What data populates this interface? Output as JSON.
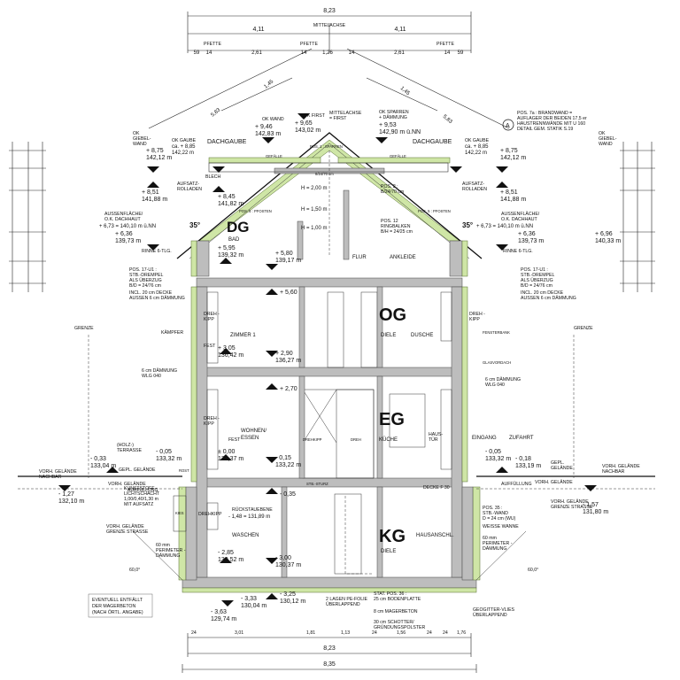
{
  "top": {
    "overall_width": "8,23",
    "axis_label": "MITTELACHSE",
    "half_left": "4,11",
    "half_right": "4,11",
    "pfette_left": "PFETTE",
    "pfette_mid": "PFETTE",
    "pfette_right": "PFETTE",
    "seg": [
      "59",
      "14",
      "2,61",
      "14",
      "1,26",
      "14",
      "2,61",
      "14",
      "59"
    ],
    "roof_slope_left": "1,45",
    "roof_slope_right": "1,45",
    "rafter_left": "5,83",
    "rafter_right": "5,83"
  },
  "bottom": {
    "seg": [
      "24",
      "3,01",
      "1,81",
      "1,13",
      "24",
      "1,56",
      "24",
      "24",
      "1,76"
    ],
    "overall_width": "8,23",
    "total": "8,35"
  },
  "levels": {
    "ok_first": [
      "OK FIRST",
      "+ 9,65",
      "143,02 m"
    ],
    "ok_wand": [
      "OK WAND",
      "+ 9,46",
      "142,83 m"
    ],
    "ok_sparren": [
      "OK SPARREN",
      "+ DÄMMUNG",
      "+ 9,53",
      "142,90 m ü.NN"
    ],
    "first_axis": [
      "MITTELACHSE",
      "= FIRST"
    ],
    "gaube_left": [
      "OK GAUBE",
      "ca. + 8,85",
      "142,22 m"
    ],
    "gaube_right": [
      "OK GAUBE",
      "ca. + 8,85",
      "142,22 m"
    ],
    "giebel_left": [
      "OK",
      "GIEBEL-",
      "WAND",
      "+ 8,75",
      "142,12 m"
    ],
    "giebel_right": [
      "OK",
      "GIEBEL-",
      "WAND",
      "+ 8,75",
      "142,12 m"
    ],
    "dg_845": [
      "+ 8,45",
      "141,82 m"
    ],
    "dg_851_left": [
      "+ 8,51",
      "141,88 m"
    ],
    "dg_851_right": [
      "+ 8,51",
      "141,88 m"
    ],
    "dh_left": [
      "AUSSENFLÄCHE/",
      "O.K. DACHHAUT",
      "+ 6,73 = 140,10 m ü.NN"
    ],
    "dh_right": [
      "AUSSENFLÄCHE/",
      "O.K. DACHHAUT",
      "+ 6,73 = 140,10 m ü.NN"
    ],
    "dg_636_left": [
      "+ 6,36",
      "139,73 m"
    ],
    "dg_636_right": [
      "+ 6,36",
      "139,73 m"
    ],
    "right_696": [
      "+ 6,96",
      "140,33 m"
    ],
    "dg_floor": [
      "+ 5,95",
      "139,32 m"
    ],
    "dg_580": [
      "+ 5,80",
      "139,17 m"
    ],
    "og_560": "+ 5,60",
    "og_floor": [
      "+ 3,05",
      "136,42 m"
    ],
    "og_290": [
      "+ 2,90",
      "136,27 m"
    ],
    "eg_270": "+ 2,70",
    "eg_floor": [
      "± 0,00",
      "133,37 m"
    ],
    "eg_015": [
      "- 0,15",
      "133,22 m"
    ],
    "eg_035": "- 0,35",
    "terr": [
      "(HOLZ-)",
      "TERRASSE",
      "- 0,05",
      "133,32 m"
    ],
    "terr_033": [
      "- 0,33",
      "133,04 m"
    ],
    "eing_005": [
      "- 0,05",
      "133,32 m"
    ],
    "eing_018": [
      "- 0,18",
      "133,19 m"
    ],
    "left_127": [
      "- 1,27",
      "132,10 m"
    ],
    "right_157": [
      "- 1,57",
      "131,80 m"
    ],
    "kg_148": [
      "RÜCKSTAUEBENE",
      "- 1,48 = 131,89 m"
    ],
    "kg_floor": [
      "- 2,85",
      "130,52 m"
    ],
    "kg_300": [
      "- 3,00",
      "130,37 m"
    ],
    "kg_325": [
      "- 3,25",
      "130,12 m"
    ],
    "kg_333": [
      "- 3,33",
      "130,04 m"
    ],
    "kg_363": [
      "- 3,63",
      "129,74 m"
    ]
  },
  "rooms": {
    "dg": "DG",
    "bad": "BAD",
    "flur": "FLUR",
    "ankleide": "ANKLEIDE",
    "og": "OG",
    "zimmer": "ZIMMER 1",
    "diele_og": "DIELE",
    "dusche": "DUSCHE",
    "eg": "EG",
    "wohnen": [
      "WOHNEN/",
      "ESSEN"
    ],
    "kueche": "KÜCHE",
    "haustuer": [
      "HAUS-",
      "TÜR"
    ],
    "eingang": "EINGANG",
    "zufahrt": "ZUFAHRT",
    "kg": "KG",
    "waschen": "WASCHEN",
    "diele_kg": "DIELE",
    "hausanschl": "HAUSANSCHL."
  },
  "notes": {
    "dachgaube_left": "DACHGAUBE",
    "dachgaube_right": "DACHGAUBE",
    "pos7a": [
      "POS. 7a : BRANDWAND =",
      "AUFLAGER DER BEIDEN 17,5 er",
      "HAUSTRENNWÄNDE MIT U 160",
      "DETAIL GEM. STATIK S.19"
    ],
    "pos7a_circle": "A",
    "blech": "BLECH",
    "aufsatz_left": [
      "AUFSATZ-",
      "ROLLADEN"
    ],
    "aufsatz_right": [
      "AUFSATZ-",
      "ROLLADEN"
    ],
    "rinne_left": "RINNE 6-TLG.",
    "rinne_right": "RINNE 6-TLG.",
    "deg35_left": "35°",
    "deg35_right": "35°",
    "h200": "H = 2,00 m",
    "h150": "H = 1,50 m",
    "h100": "H = 1,00 m",
    "pos17_left": [
      "POS. 17-U1 :",
      "STB.-DREMPEL",
      "ALS ÜBERZUG",
      "B/D = 24/76 cm"
    ],
    "pos17_right": [
      "POS. 17-U1 :",
      "STB.-DREMPEL",
      "ALS ÜBERZUG",
      "B/D = 24/76 cm"
    ],
    "decke_left": [
      "INCL. 20 cm DECKE",
      "AUSSEN 6 cm DÄMMUNG"
    ],
    "decke_right": [
      "INCL. 20 cm DECKE",
      "AUSSEN 6 cm DÄMMUNG"
    ],
    "dreh_kipp": [
      "DREH -",
      "KIPP"
    ],
    "dreh_kipp_r": [
      "DREH -",
      "KIPP"
    ],
    "dreh_kipp_eg": [
      "DREH -",
      "KIPP"
    ],
    "kaempfer": "KÄMPFER",
    "fest": "FEST",
    "fest_eg": "FEST",
    "grenze_left": "GRENZE",
    "grenze_right": "GRENZE",
    "daem_left": [
      "6 cm DÄMMUNG",
      "WLG 040"
    ],
    "daem_right": [
      "6 cm DÄMMUNG",
      "WLG 040"
    ],
    "gepl_left": "GEPL. GELÄNDE",
    "gepl_right": [
      "GEPL.",
      "GELÄNDE"
    ],
    "vorh_left_1": [
      "VORH. GELÄNDE",
      "NACHBAR"
    ],
    "vorh_left_2": "VORH. GELÄNDE",
    "vorh_right_1": [
      "VORH. GELÄNDE",
      "NACHBAR"
    ],
    "vorh_right_2": "VORH. GELÄNDE",
    "auff_left": "AUFFÜLLUNG",
    "auff_right": "AUFFÜLLUNG",
    "kunststoff": [
      "KUNSTSTOFF -",
      "LICHTSCHACHT",
      "1,00/0,40/1,30 m",
      "MIT AUFSATZ"
    ],
    "kies": "KIES",
    "drehkipp_kg": "DREHKIPP",
    "decke_f30": "DECKE F 30",
    "vorh_grenze_left": [
      "VORH. GELÄNDE",
      "GRENZE STRASSE"
    ],
    "vorh_grenze_right": [
      "VORH. GELÄNDE",
      "GRENZE STRASSE"
    ],
    "pos35": [
      "POS. 35 :",
      "STB.-WAND",
      "D = 24 cm (WU)"
    ],
    "weisse_wanne": "WEISSE WANNE",
    "peri_left": [
      "60 mm",
      "PERIMETER -",
      "DÄMMUNG"
    ],
    "peri_right": [
      "60 mm",
      "PERIMETER -",
      "DÄMMUNG"
    ],
    "angle_left": "60,0°",
    "angle_right": "60,0°",
    "mager": [
      "EVENTUELL ENTFÄLLT",
      "DER MAGERBETON",
      "(NACH ÖRTL. ANGABE)"
    ],
    "pe_folie": [
      "2 LAGEN PE-FOLIE",
      "ÜBERLAPPEND"
    ],
    "pos36": [
      "STAT. POS. 36 :",
      "25 cm BODENPLATTE"
    ],
    "magerbeton": "8 cm MAGERBETON",
    "schotter": [
      "30 cm SCHOTTER/",
      "GRÜNDUNGSPOLSTER"
    ],
    "vlies": [
      "GEOGITTER-VLIES",
      "ÜBERLAPPEND"
    ],
    "rost": "ROST",
    "dreh": "DREH",
    "drehkipp_eg2": "DREHKIPP",
    "fensterbank": "FENSTERBANK",
    "glasvordach": "GLASVORDACH",
    "pos2": [
      "POS. 2 :",
      "B/24/70 cm"
    ],
    "pos12": [
      "POS. 12",
      "RINGBALKEN",
      "B/H = 24/25 cm"
    ],
    "pos1": [
      "POS. 1 : SPARREN",
      "8/24/70 cm"
    ],
    "gefaelle": "GEFÄLLE",
    "gefaelle_r": "GEFÄLLE",
    "pfosten_left": "POS. 5 : PFOSTEN",
    "pfosten_right": "POS. 5 : PFOSTEN",
    "stb_sturz": "STB.-STURZ"
  }
}
